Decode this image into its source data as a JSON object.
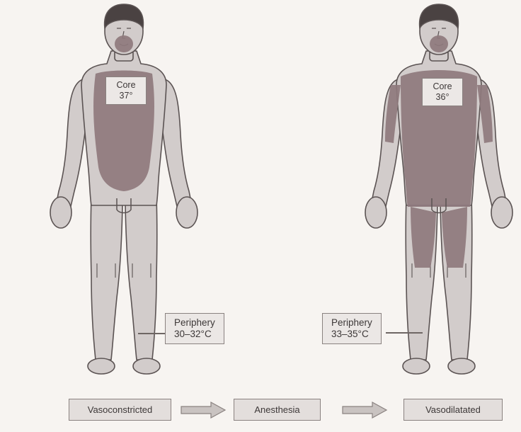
{
  "left_figure": {
    "core_title": "Core",
    "core_temp": "37°",
    "periphery_title": "Periphery",
    "periphery_temp": "30–32°C"
  },
  "right_figure": {
    "core_title": "Core",
    "core_temp": "36°",
    "periphery_title": "Periphery",
    "periphery_temp": "33–35°C"
  },
  "flow": {
    "step1": "Vasoconstricted",
    "step2": "Anesthesia",
    "step3": "Vasodilatated"
  },
  "colors": {
    "background": "#f7f4f1",
    "periphery_fill": "#d2cccb",
    "core_fill": "#8f7a7d",
    "outline": "#5b5353",
    "label_box": "#ebe7e5"
  }
}
